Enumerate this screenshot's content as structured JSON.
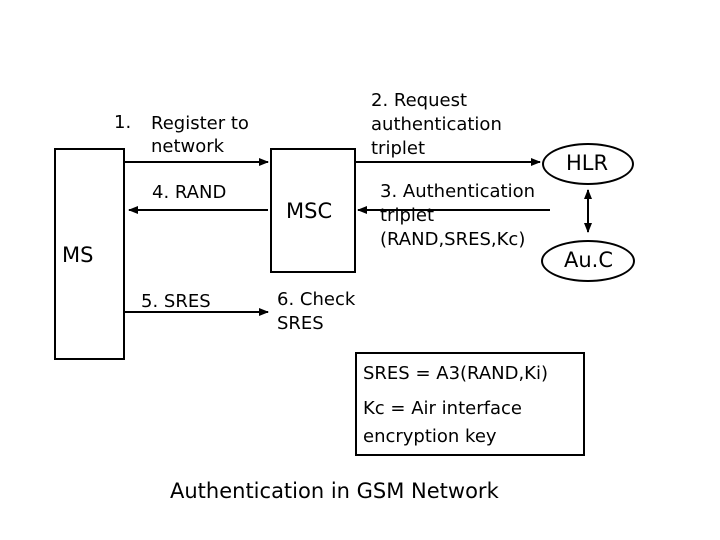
{
  "nodes": {
    "ms": "MS",
    "msc": "MSC",
    "hlr": "HLR",
    "auc": "Au.C"
  },
  "steps": {
    "s1_num": "1.",
    "s1_line1": "Register to",
    "s1_line2": "network",
    "s2_line1": "2. Request",
    "s2_line2": "authentication",
    "s2_line3": "triplet",
    "s3_line1": "3. Authentication",
    "s3_line2": "triplet",
    "s3_line3": "(RAND,SRES,Kc)",
    "s4": "4. RAND",
    "s5": "5. SRES",
    "s6_line1": "6. Check",
    "s6_line2": "SRES"
  },
  "note": {
    "line1": "SRES = A3(RAND,Ki)",
    "line2": "Kc = Air interface",
    "line3": "encryption key"
  },
  "caption": "Authentication in GSM Network"
}
